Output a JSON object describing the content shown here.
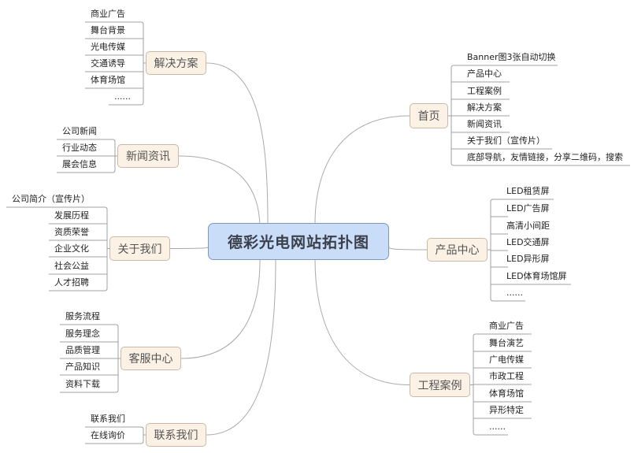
{
  "root": {
    "label": "德彩光电网站拓扑图"
  },
  "branches": [
    {
      "id": "solutions",
      "label": "解决方案",
      "items": [
        "商业广告",
        "舞台背景",
        "光电传媒",
        "交通诱导",
        "体育场馆",
        "......"
      ]
    },
    {
      "id": "news",
      "label": "新闻资讯",
      "items": [
        "公司新闻",
        "行业动态",
        "展会信息"
      ]
    },
    {
      "id": "about",
      "label": "关于我们",
      "items": [
        "公司简介（宣传片）",
        "发展历程",
        "资质荣誉",
        "企业文化",
        "社会公益",
        "人才招聘"
      ]
    },
    {
      "id": "service",
      "label": "客服中心",
      "items": [
        "服务流程",
        "服务理念",
        "品质管理",
        "产品知识",
        "资料下载"
      ]
    },
    {
      "id": "contact",
      "label": "联系我们",
      "items": [
        "联系我们",
        "在线询价"
      ]
    },
    {
      "id": "home",
      "label": "首页",
      "items": [
        "Banner图3张自动切换",
        "产品中心",
        "工程案例",
        "解决方案",
        "新闻资讯",
        "关于我们（宣传片）",
        "底部导航，友情链接，分享二维码，搜索"
      ]
    },
    {
      "id": "products",
      "label": "产品中心",
      "items": [
        "LED租赁屏",
        "LED广告屏",
        "高清小间距",
        "LED交通屏",
        "LED异形屏",
        "LED体育场馆屏",
        "......"
      ]
    },
    {
      "id": "cases",
      "label": "工程案例",
      "items": [
        "商业广告",
        "舞台演艺",
        "广电传媒",
        "市政工程",
        "体育场馆",
        "异形特定",
        "......"
      ]
    }
  ],
  "colors": {
    "root_fill": "#c9ddf8",
    "branch_fill": "#fbf1e5",
    "line": "#a0a0a0"
  }
}
